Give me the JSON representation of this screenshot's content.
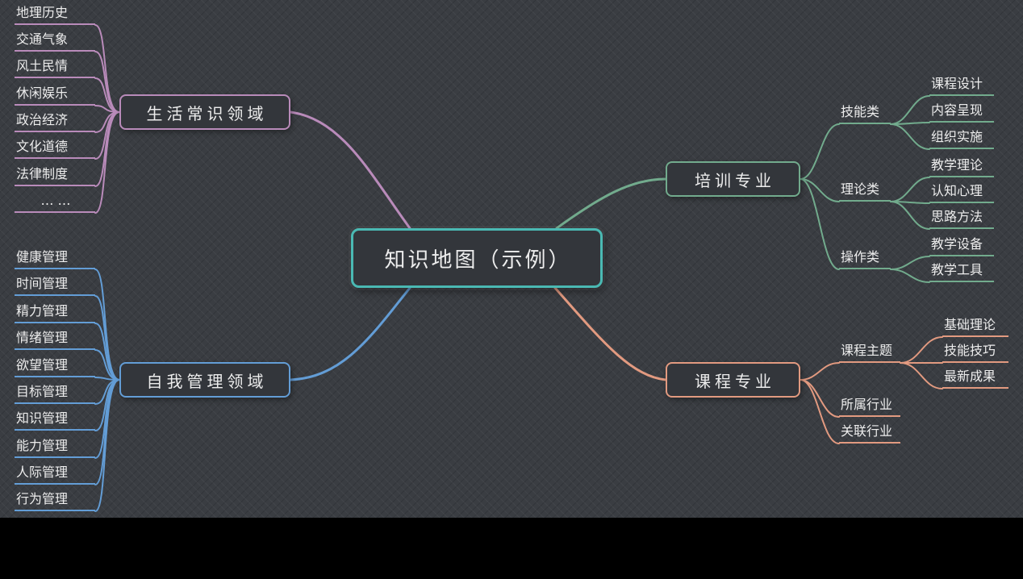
{
  "colors": {
    "background": "#3a3d42",
    "teal": "#4ab9b3",
    "purple": "#b98bba",
    "blue": "#639dd6",
    "green": "#72ab8d",
    "salmon": "#e29a80",
    "text": "#ededed"
  },
  "center": {
    "label": "知识地图（示例）"
  },
  "branches": {
    "life": {
      "label": "生活常识领域",
      "children": [
        "地理历史",
        "交通气象",
        "风土民情",
        "休闲娱乐",
        "政治经济",
        "文化道德",
        "法律制度",
        "… …"
      ]
    },
    "self": {
      "label": "自我管理领域",
      "children": [
        "健康管理",
        "时间管理",
        "精力管理",
        "情绪管理",
        "欲望管理",
        "目标管理",
        "知识管理",
        "能力管理",
        "人际管理",
        "行为管理"
      ]
    },
    "training": {
      "label": "培训专业",
      "children": [
        {
          "label": "技能类",
          "children": [
            "课程设计",
            "内容呈现",
            "组织实施"
          ]
        },
        {
          "label": "理论类",
          "children": [
            "教学理论",
            "认知心理",
            "思路方法"
          ]
        },
        {
          "label": "操作类",
          "children": [
            "教学设备",
            "教学工具"
          ]
        }
      ]
    },
    "course": {
      "label": "课程专业",
      "children": [
        {
          "label": "课程主题",
          "children": [
            "基础理论",
            "技能技巧",
            "最新成果"
          ]
        },
        {
          "label": "所属行业",
          "children": []
        },
        {
          "label": "关联行业",
          "children": []
        }
      ]
    }
  }
}
